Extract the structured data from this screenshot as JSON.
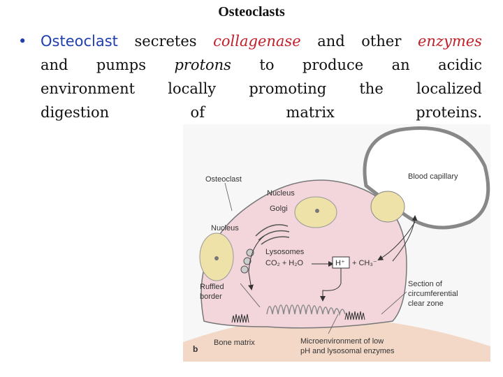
{
  "slide": {
    "title": "Osteoclasts",
    "bullet": {
      "line1": [
        "Osteoclast",
        "secretes",
        "collagenase",
        "and",
        "other",
        "enzymes"
      ],
      "line2": [
        "and",
        "pumps",
        "protons",
        "to",
        "produce",
        "an",
        "acidic"
      ],
      "line3": [
        "environment",
        "locally",
        "promoting",
        "the",
        "localized"
      ],
      "line4": "digestion of matrix proteins."
    }
  },
  "figure": {
    "labels": {
      "osteoclast": "Osteoclast",
      "nucleus_top": "Nucleus",
      "golgi": "Golgi",
      "nucleus_left": "Nucleus",
      "lysosomes": "Lysosomes",
      "reaction_left": "CO₂ + H₂O",
      "h_plus": "H⁺",
      "reaction_right": "+ CH₃⁻",
      "ruffled_line1": "Ruffled",
      "ruffled_line2": "border",
      "blood_capillary": "Blood capillary",
      "section_line1": "Section of",
      "section_line2": "circumferential",
      "section_line3": "clear zone",
      "bone_matrix": "Bone matrix",
      "micro_line1": "Microenvironment of low",
      "micro_line2": "pH and lysosomal enzymes",
      "panel_letter": "b"
    }
  },
  "colors": {
    "accent_blue": "#1f3fae",
    "accent_red": "#c0202a",
    "cell_fill": "#f2d6dc",
    "nucleus_fill": "#efe2a8",
    "bone_fill": "#f3d8c8"
  }
}
